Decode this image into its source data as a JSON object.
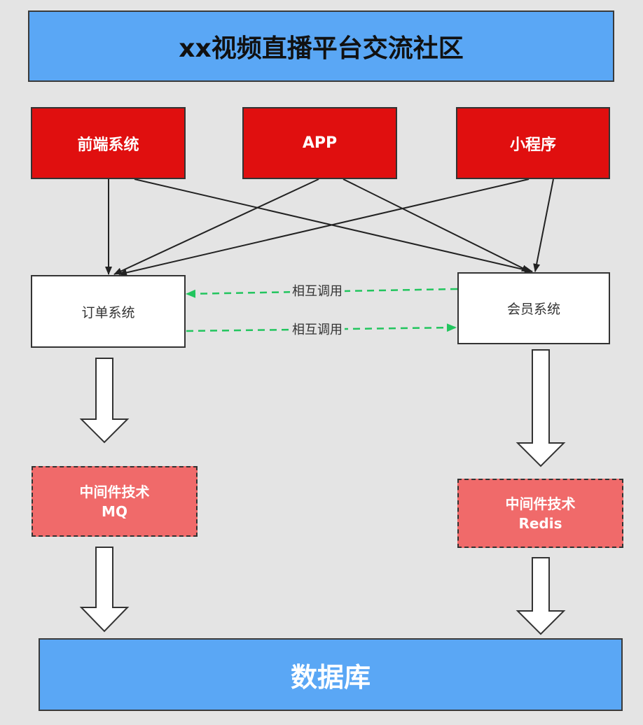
{
  "title": "xx视频直播平台交流社区",
  "clients": [
    "前端系统",
    "APP",
    "小程序"
  ],
  "services": {
    "order": "订单系统",
    "member": "会员系统"
  },
  "edge_labels": {
    "member_to_order": "相互调用",
    "order_to_member": "相互调用"
  },
  "middleware": {
    "left": {
      "line1": "中间件技术",
      "line2": "MQ"
    },
    "right": {
      "line1": "中间件技术",
      "line2": "Redis"
    }
  },
  "database": "数据库",
  "colors": {
    "banner": "#5aa7f5",
    "client": "#e00f0f",
    "middleware": "#f06a6a",
    "dashed_arrow": "#22c55e",
    "background": "#e4e4e4"
  }
}
